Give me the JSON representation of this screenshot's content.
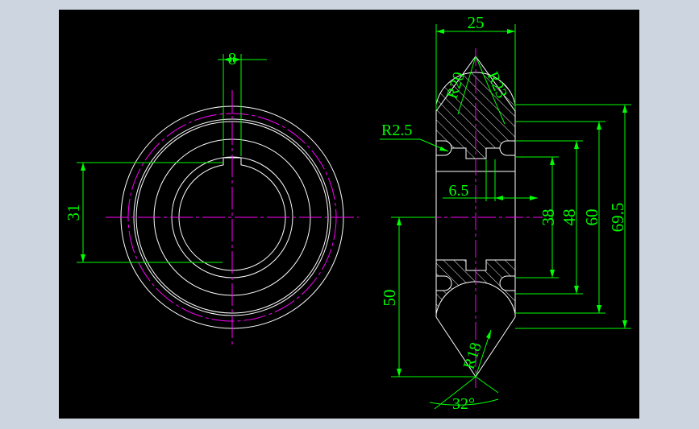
{
  "colors": {
    "frame": "#cdd6e0",
    "background": "#000000",
    "outline": "#ffffff",
    "centerline": "#ff00ff",
    "dimension": "#00ff00"
  },
  "dimensions": {
    "keyway_width": "8",
    "keyway_depth": "31",
    "hub_width": "25",
    "r_outer_arc": "R20",
    "r_inner_arc": "R23",
    "r_groove": "R2.5",
    "groove_offset": "6.5",
    "d_38": "38",
    "d_48": "48",
    "d_60": "60",
    "d_69_5": "69.5",
    "d_50": "50",
    "r_lower_arc": "R18",
    "cone_angle": "32°"
  }
}
